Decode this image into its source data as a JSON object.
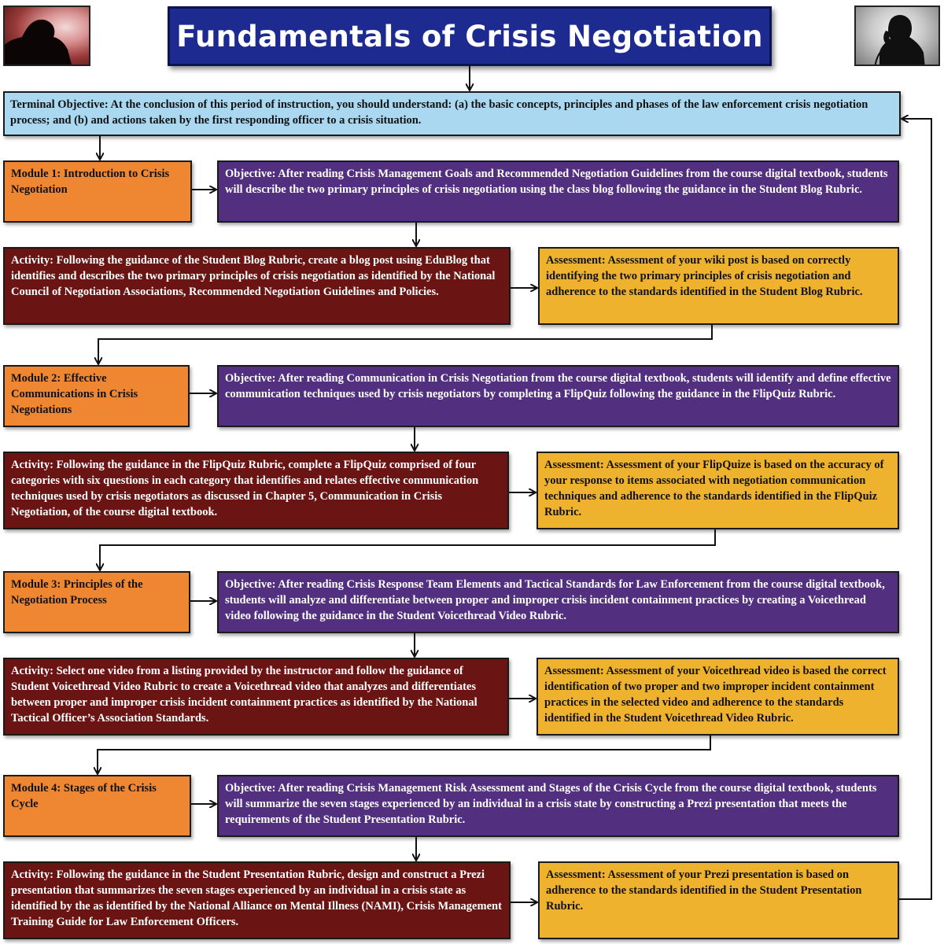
{
  "title": "Fundamentals of Crisis Negotiation",
  "icons": {
    "left_photo": "distressed-person-icon",
    "right_photo": "phone-negotiator-icon"
  },
  "colors": {
    "title_bg": "#1d2a8f",
    "terminal_bg": "#a9d8f0",
    "module_bg": "#ef8632",
    "objective_bg": "#52307f",
    "activity_bg": "#6a1414",
    "assessment_bg": "#efb22e"
  },
  "terminal_objective": "Terminal Objective: At the conclusion of this period of instruction, you should understand: (a) the basic concepts, principles and phases of the law enforcement crisis negotiation process; and (b) and actions taken by the first responding officer to a crisis situation.",
  "modules": [
    {
      "module": "Module 1: Introduction to Crisis Negotiation",
      "objective": "Objective: After reading Crisis Management Goals and Recommended Negotiation Guidelines from the course digital textbook, students will describe the two primary principles of crisis negotiation using the class blog following the guidance in the Student Blog Rubric.",
      "activity": "Activity: Following the guidance of the Student Blog Rubric, create a blog post using EduBlog that identifies and describes the two primary principles of crisis negotiation as identified by the National Council of Negotiation Associations, Recommended Negotiation Guidelines and Policies.",
      "assessment": "Assessment: Assessment of your wiki post is based on correctly identifying the two primary principles of crisis negotiation and adherence to the standards identified in the Student Blog Rubric."
    },
    {
      "module": "Module 2: Effective Communications in Crisis Negotiations",
      "objective": "Objective: After reading Communication in Crisis Negotiation from the course digital textbook, students will identify and define effective communication techniques used by crisis negotiators by completing a FlipQuiz following the guidance in the FlipQuiz Rubric.",
      "activity": "Activity: Following the guidance in the FlipQuiz Rubric, complete a FlipQuiz comprised of four categories with six questions in each category that identifies and relates effective communication techniques used by crisis negotiators as discussed in Chapter 5, Communication in Crisis Negotiation, of the course digital textbook.",
      "assessment": "Assessment: Assessment of your FlipQuize is based on the accuracy of your response to items associated with negotiation communication techniques and adherence to the standards identified in the FlipQuiz Rubric."
    },
    {
      "module": "Module 3: Principles of the Negotiation Process",
      "objective": "Objective: After reading Crisis Response Team Elements and Tactical Standards for Law Enforcement from the course digital textbook, students will analyze and differentiate between proper and improper crisis incident containment practices by creating a Voicethread video following the guidance in the Student Voicethread Video Rubric.",
      "activity": "Activity: Select one video from a listing provided by the instructor and follow the guidance of Student Voicethread Video Rubric to create a Voicethread video that analyzes and differentiates between proper and improper crisis incident containment practices as identified by the National Tactical Officer’s Association Standards.",
      "assessment": "Assessment: Assessment of your Voicethread video is based the correct identification of two proper and two improper incident containment practices in the selected video and adherence to the standards identified in the Student Voicethread Video Rubric."
    },
    {
      "module": "Module 4: Stages of the Crisis Cycle",
      "objective": "Objective: After reading Crisis Management Risk Assessment and Stages of the Crisis Cycle from the course digital textbook, students will summarize the seven stages experienced by an individual in a crisis state by constructing a Prezi presentation that meets the requirements of the Student Presentation Rubric.",
      "activity": "Activity: Following the guidance in the Student Presentation Rubric, design and construct a Prezi presentation that summarizes the seven stages experienced by an individual in a crisis state as identified by the as identified by the National Alliance on Mental Illness (NAMI), Crisis Management Training Guide for Law Enforcement Officers.",
      "assessment": "Assessment: Assessment of your Prezi presentation is based on adherence to the standards identified in the Student Presentation Rubric."
    }
  ]
}
